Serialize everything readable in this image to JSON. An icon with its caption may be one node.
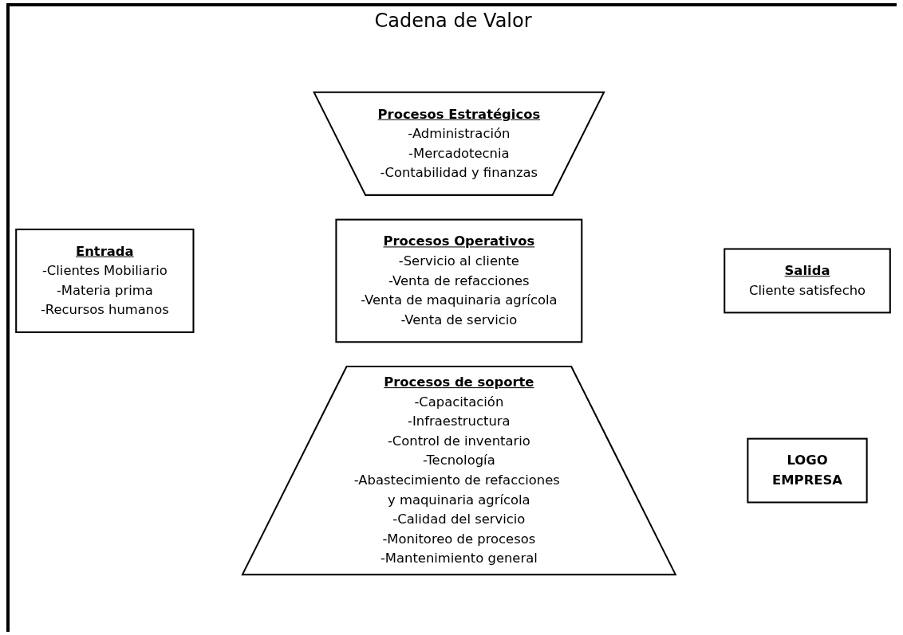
{
  "diagram": {
    "title": "Cadena de Valor",
    "nodes": [
      {
        "text": [
          "Procesos Estratégicos",
          "-Administración",
          "-Mercadotecnia",
          "-Contabilidad y finanzas"
        ]
      },
      {
        "text": [
          "Entrada",
          "-Clientes Mobiliario",
          "-Materia prima",
          "-Recursos humanos"
        ]
      },
      {
        "text": [
          "Procesos Operativos",
          "-Servicio al cliente",
          "-Venta de refacciones",
          "-Venta de maquinaria agrícola",
          "-Venta de servicio"
        ]
      },
      {
        "text": [
          "Salida",
          "Cliente satisfecho"
        ]
      },
      {
        "text": [
          "Procesos de soporte",
          "-Capacitación",
          "-Infraestructura",
          "-Control de inventario",
          "-Tecnología",
          "-Abastecimiento de refacciones y maquinaria agrícola",
          "-Calidad del servicio",
          "-Monitoreo de procesos",
          "-Mantenimiento general"
        ]
      },
      {
        "text": [
          "LOGO",
          "EMPRESA"
        ]
      }
    ]
  }
}
